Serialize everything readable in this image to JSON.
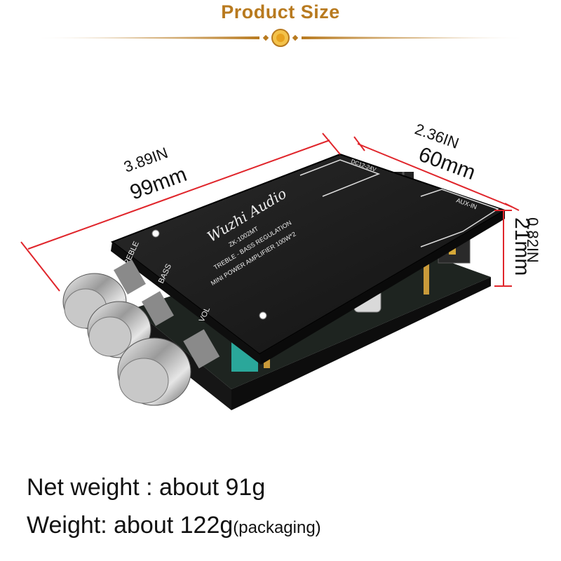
{
  "header": {
    "title": "Product Size"
  },
  "dimensions": {
    "length_in": "3.89IN",
    "length_mm": "99mm",
    "width_in": "2.36IN",
    "width_mm": "60mm",
    "height_in": "0.82IN",
    "height_mm": "21mm"
  },
  "board": {
    "brand": "Wuzhi Audio",
    "model": "ZK-1002MT",
    "line1": "TREBLE - BASS REGULATION",
    "line2": "MINI POWER AMPLIFIER 100W*2",
    "knob_treble": "TREBLE",
    "knob_bass": "BASS",
    "knob_vol": "VOL",
    "voltage": "DC12-24V",
    "aux": "AUX-IN"
  },
  "notes": {
    "net_weight": "Net weight : about 91g",
    "weight": "Weight: about 122g",
    "weight_suffix": "(packaging)"
  },
  "colors": {
    "accent": "#b87a1f",
    "dimension_line": "#e0252b",
    "board": "#1a1a1a"
  }
}
